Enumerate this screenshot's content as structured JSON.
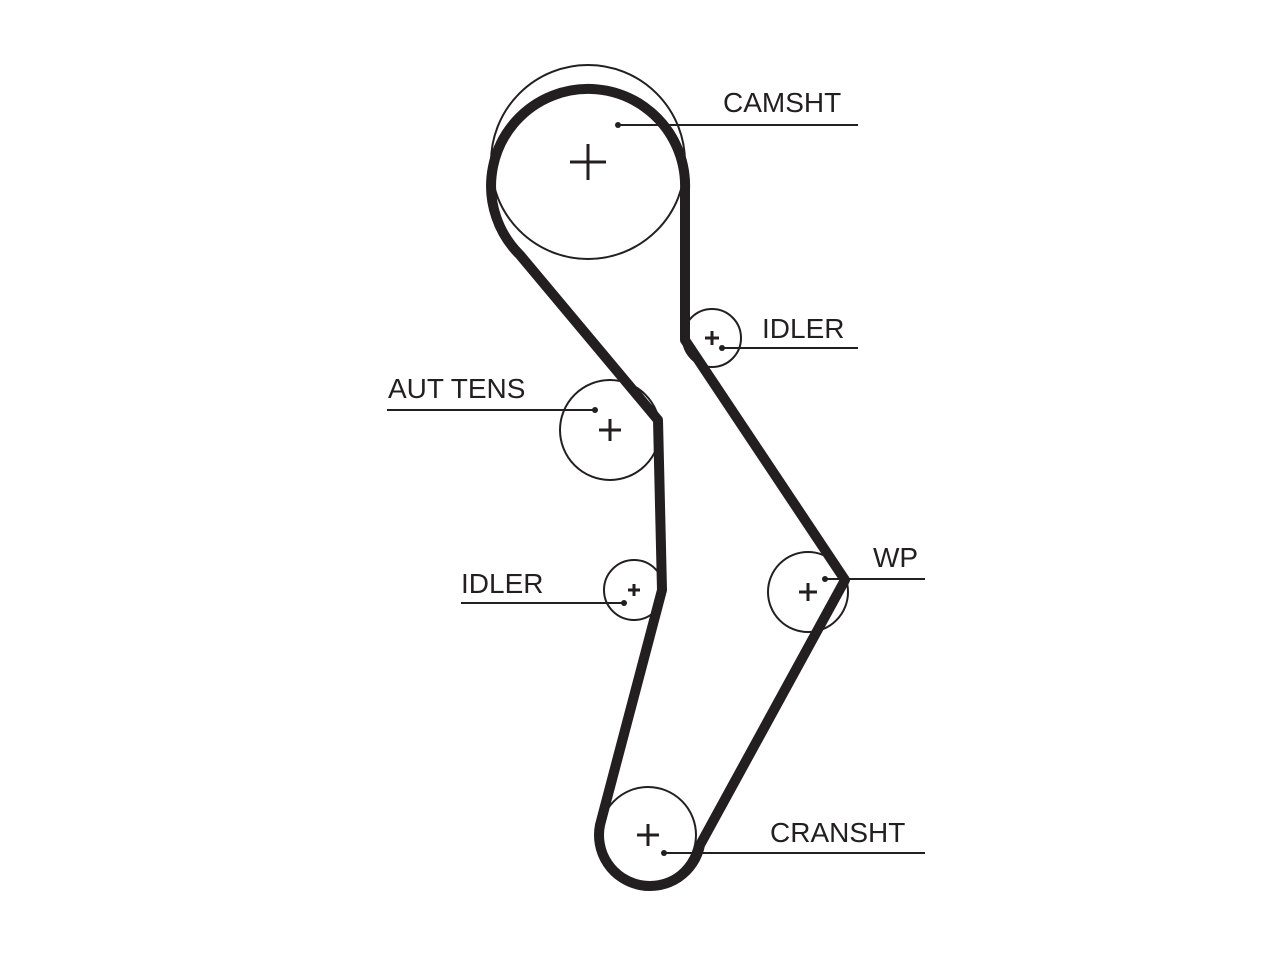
{
  "components": {
    "camshaft": "CAMSHT",
    "idler_upper": "IDLER",
    "auto_tensioner": "AUT TENS",
    "idler_lower": "IDLER",
    "water_pump": "WP",
    "crankshaft": "CRANSHT"
  }
}
